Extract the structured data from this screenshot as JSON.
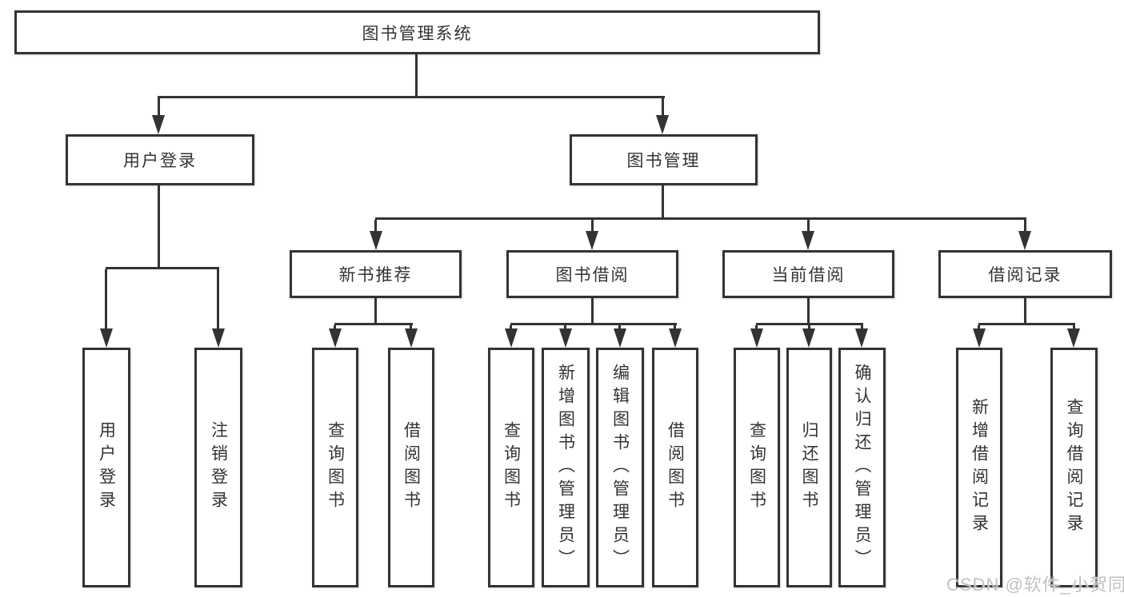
{
  "title": "图书管理系统",
  "level2": {
    "login": "用户登录",
    "management": "图书管理"
  },
  "level3": {
    "recommend": "新书推荐",
    "borrow": "图书借阅",
    "current": "当前借阅",
    "records": "借阅记录"
  },
  "leaves": {
    "login": [
      "用户登录",
      "注销登录"
    ],
    "recommend": [
      "查询图书",
      "借阅图书"
    ],
    "borrow": [
      "查询图书",
      "新增图书（管理员）",
      "编辑图书（管理员）",
      "借阅图书"
    ],
    "current": [
      "查询图书",
      "归还图书",
      "确认归还（管理员）"
    ],
    "records": [
      "新增借阅记录",
      "查询借阅记录"
    ]
  },
  "watermark": "CSDN @软件_小贺同学",
  "colors": {
    "line": "#333333",
    "text": "#333333",
    "background": "#ffffff",
    "watermark": "#c2c2c2"
  }
}
